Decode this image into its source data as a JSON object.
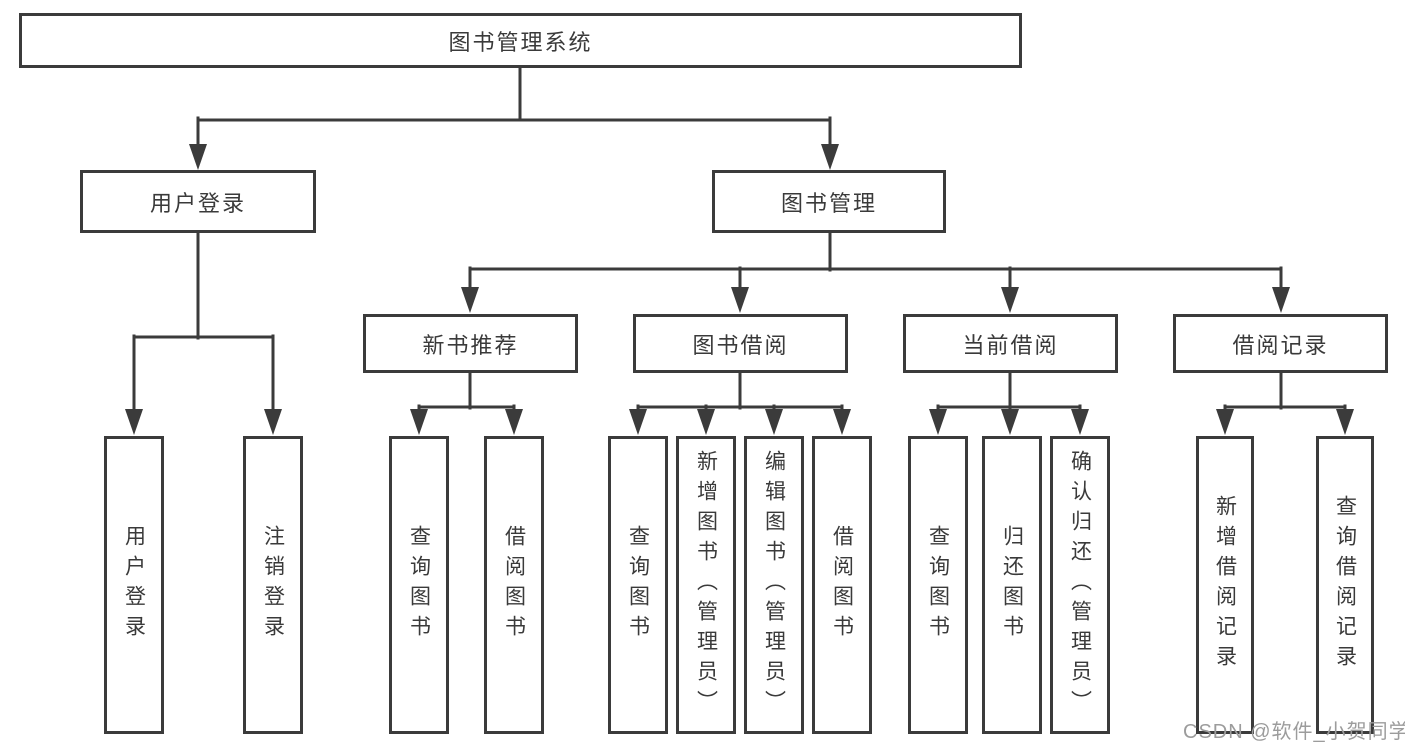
{
  "diagram": {
    "root": {
      "label": "图书管理系统"
    },
    "branches": [
      {
        "label": "用户登录",
        "children": [
          {
            "label": "用户登录"
          },
          {
            "label": "注销登录"
          }
        ]
      },
      {
        "label": "图书管理",
        "children": [
          {
            "label": "新书推荐",
            "children": [
              {
                "label": "查询图书"
              },
              {
                "label": "借阅图书"
              }
            ]
          },
          {
            "label": "图书借阅",
            "children": [
              {
                "label": "查询图书"
              },
              {
                "label": "新增图书（管理员）"
              },
              {
                "label": "编辑图书（管理员）"
              },
              {
                "label": "借阅图书"
              }
            ]
          },
          {
            "label": "当前借阅",
            "children": [
              {
                "label": "查询图书"
              },
              {
                "label": "归还图书"
              },
              {
                "label": "确认归还（管理员）"
              }
            ]
          },
          {
            "label": "借阅记录",
            "children": [
              {
                "label": "新增借阅记录"
              },
              {
                "label": "查询借阅记录"
              }
            ]
          }
        ]
      }
    ]
  },
  "watermark": {
    "text": "CSDN @软件_小贺同学"
  },
  "colors": {
    "line": "#3b3b3b",
    "text": "#3a3a3a",
    "watermark": "#9c9c9c",
    "background": "#ffffff"
  }
}
